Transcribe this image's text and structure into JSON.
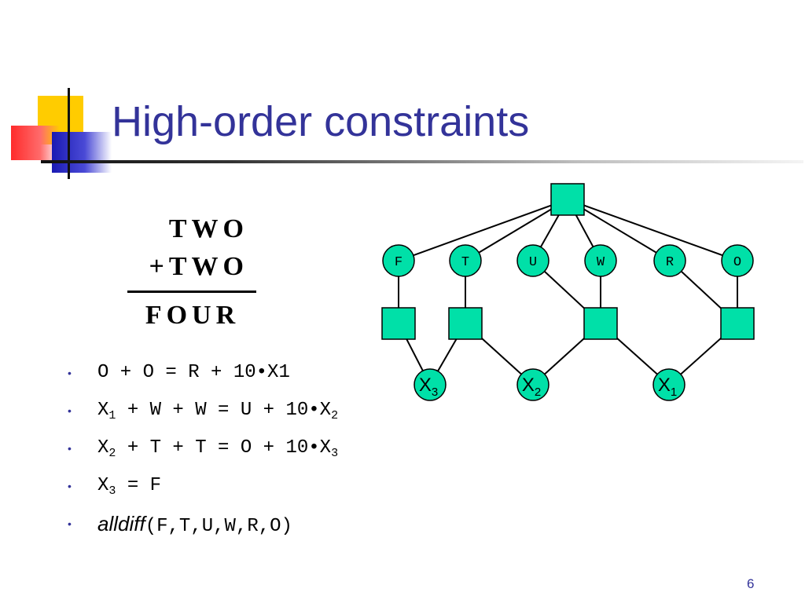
{
  "slide": {
    "title": "High-order constraints",
    "page_number": "6"
  },
  "puzzle": {
    "row1": "TWO",
    "row2": "+TWO",
    "row3": "FOUR"
  },
  "bullets": [
    {
      "text": "O + O = R + 10•X1"
    },
    {
      "text_a": "X",
      "sub_a": "1",
      "text_b": " + W + W = U + 10•X",
      "sub_b": "2"
    },
    {
      "text_a": "X",
      "sub_a": "2",
      "text_b": " + T + T = O + 10•X",
      "sub_b": "3"
    },
    {
      "text_a": "X",
      "sub_a": "3",
      "text_b": " = F"
    },
    {
      "italic": "alldiff",
      "args": "(F,T,U,W,R,O)"
    }
  ],
  "graph": {
    "variables": [
      "F",
      "T",
      "U",
      "W",
      "R",
      "O"
    ],
    "carries": [
      {
        "base": "X",
        "sub": "3"
      },
      {
        "base": "X",
        "sub": "2"
      },
      {
        "base": "X",
        "sub": "1"
      }
    ],
    "colors": {
      "node_fill": "#00e0a8",
      "stroke": "#000000"
    }
  },
  "colors": {
    "title": "#333399",
    "accent_yellow": "#ffcc00",
    "accent_red": "#ff2b2b",
    "accent_blue": "#1a1ab3"
  }
}
